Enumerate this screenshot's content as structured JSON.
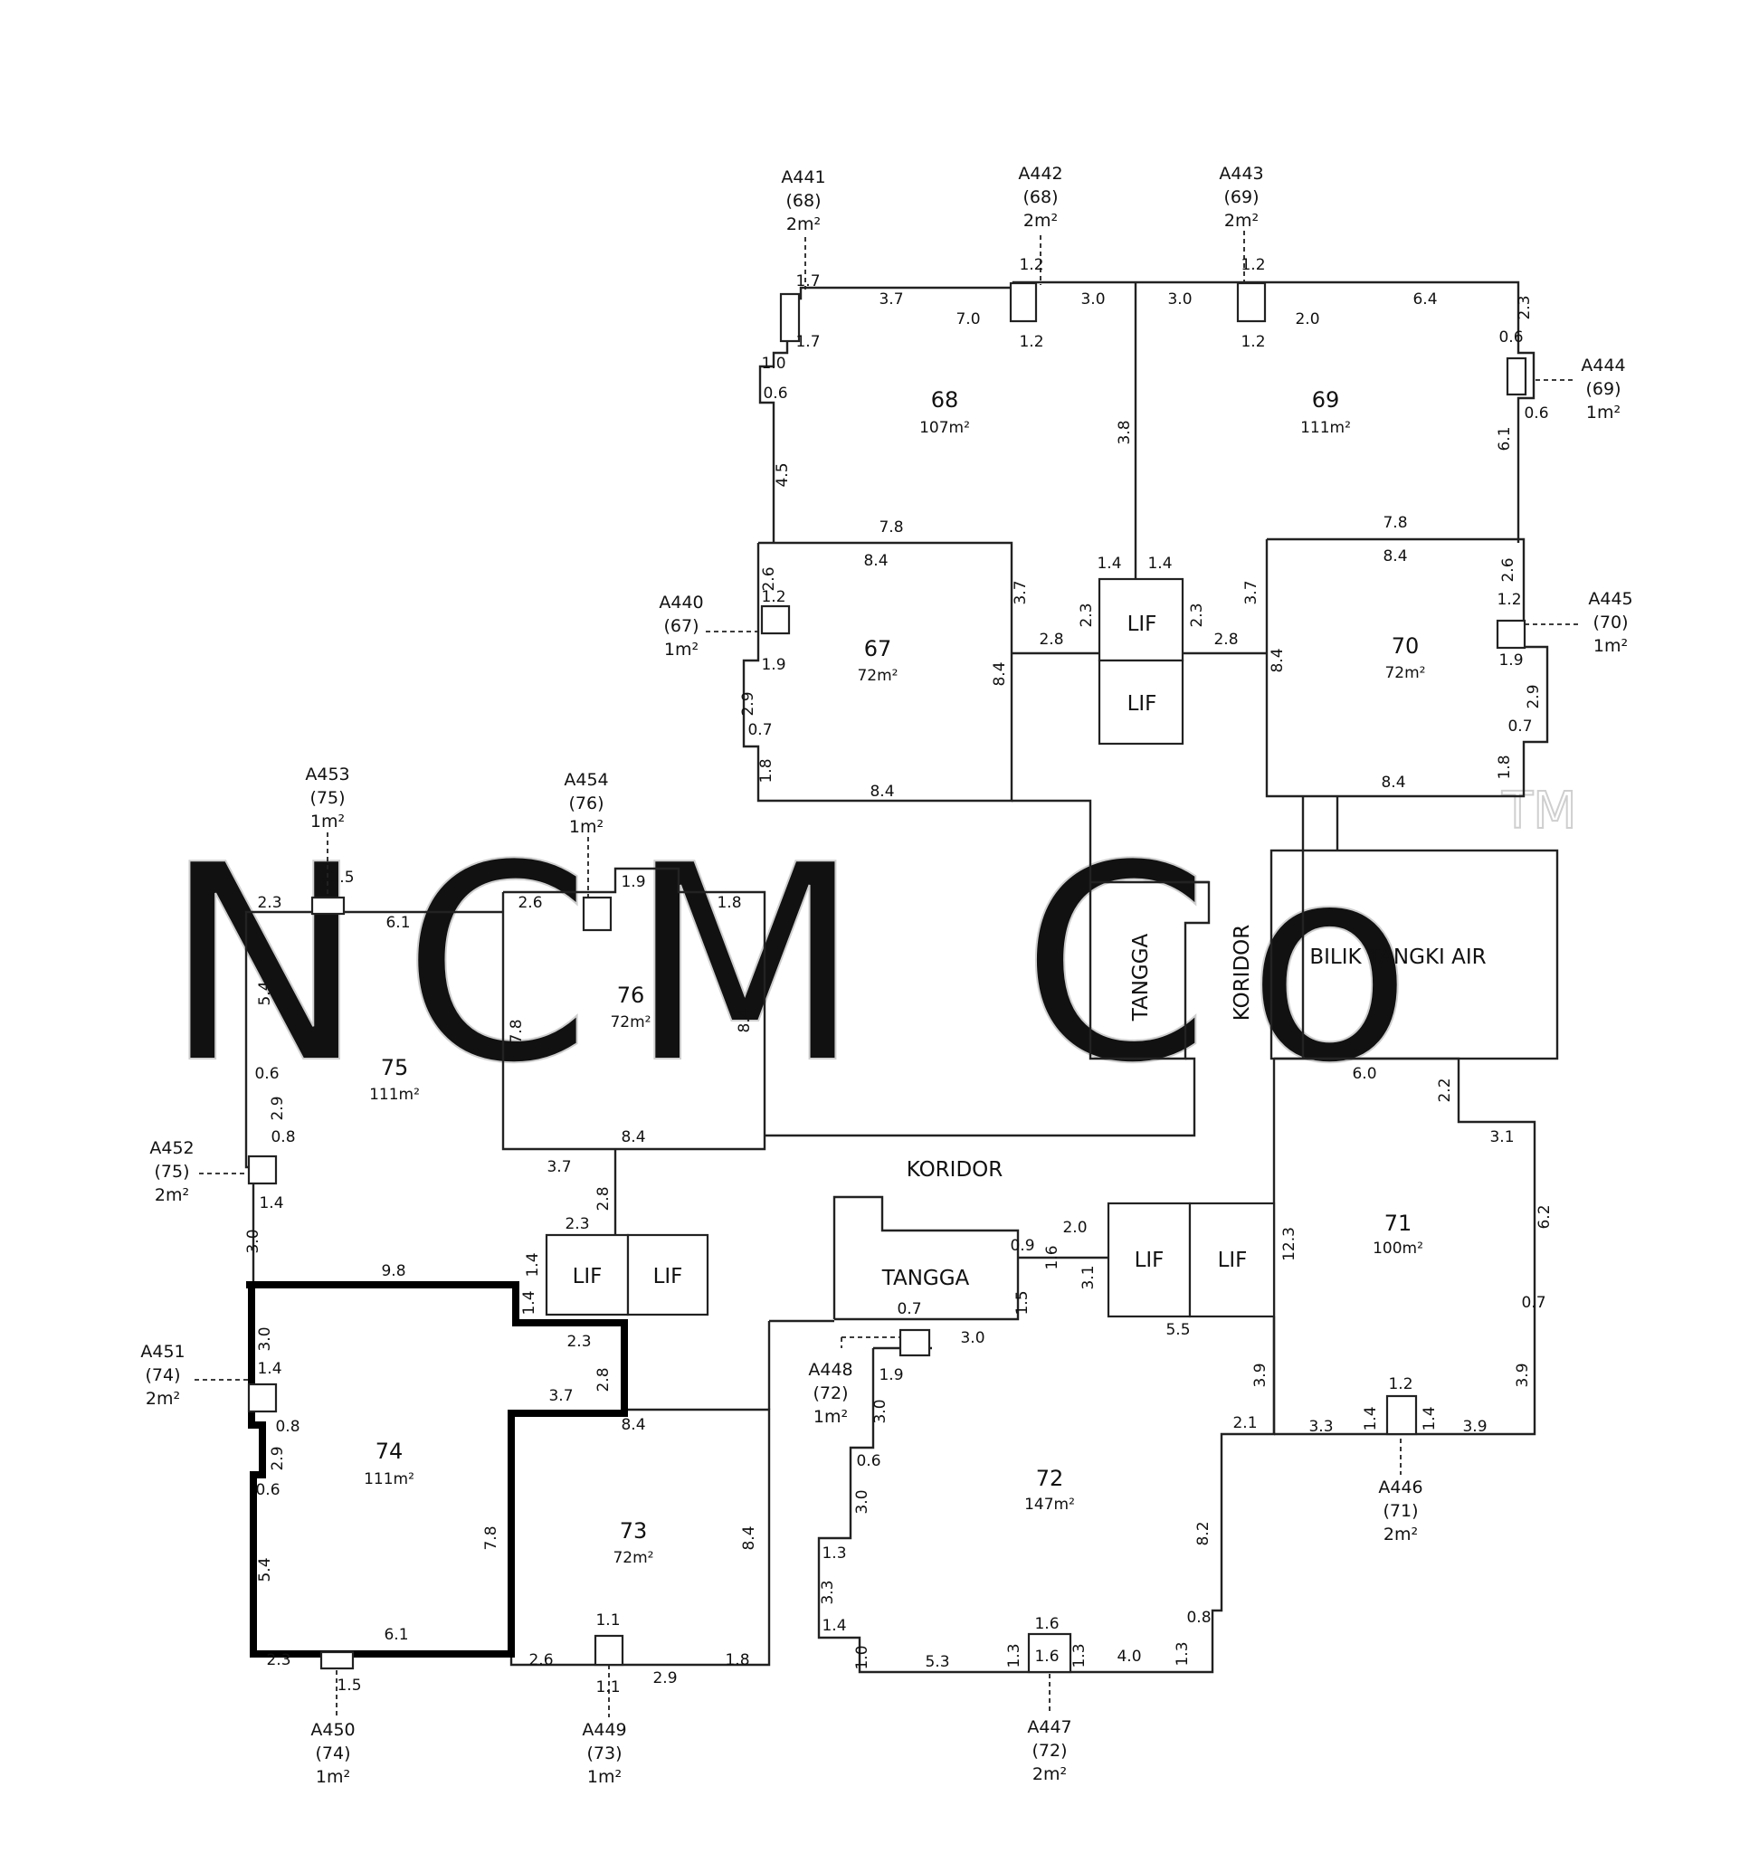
{
  "watermark": {
    "text": "NCM Co",
    "tm": "TM"
  },
  "rooms": [
    {
      "num": "67",
      "area": "72m²"
    },
    {
      "num": "68",
      "area": "107m²"
    },
    {
      "num": "69",
      "area": "111m²"
    },
    {
      "num": "70",
      "area": "72m²"
    },
    {
      "num": "71",
      "area": "100m²"
    },
    {
      "num": "72",
      "area": "147m²"
    },
    {
      "num": "73",
      "area": "72m²"
    },
    {
      "num": "74",
      "area": "111m²"
    },
    {
      "num": "75",
      "area": "111m²"
    },
    {
      "num": "76",
      "area": "72m²"
    }
  ],
  "labels": {
    "lif": "LIF",
    "tangga": "TANGGA",
    "koridor": "KORIDOR",
    "bilik_tangki": "BILIK TANGKI AIR"
  },
  "accessories": [
    {
      "code": "A440",
      "ref": "(67)",
      "area": "1m²"
    },
    {
      "code": "A441",
      "ref": "(68)",
      "area": "2m²"
    },
    {
      "code": "A442",
      "ref": "(68)",
      "area": "2m²"
    },
    {
      "code": "A443",
      "ref": "(69)",
      "area": "2m²"
    },
    {
      "code": "A444",
      "ref": "(69)",
      "area": "1m²"
    },
    {
      "code": "A445",
      "ref": "(70)",
      "area": "1m²"
    },
    {
      "code": "A446",
      "ref": "(71)",
      "area": "2m²"
    },
    {
      "code": "A447",
      "ref": "(72)",
      "area": "2m²"
    },
    {
      "code": "A448",
      "ref": "(72)",
      "area": "1m²"
    },
    {
      "code": "A449",
      "ref": "(73)",
      "area": "1m²"
    },
    {
      "code": "A450",
      "ref": "(74)",
      "area": "1m²"
    },
    {
      "code": "A451",
      "ref": "(74)",
      "area": "2m²"
    },
    {
      "code": "A452",
      "ref": "(75)",
      "area": "2m²"
    },
    {
      "code": "A453",
      "ref": "(75)",
      "area": "1m²"
    },
    {
      "code": "A454",
      "ref": "(76)",
      "area": "1m²"
    }
  ],
  "dimensions": {
    "d_7_8": "7.8",
    "d_8_4": "8.4",
    "d_3_7": "3.7",
    "d_2_8": "2.8",
    "d_2_3": "2.3",
    "d_1_4": "1.4",
    "d_1_2": "1.2",
    "d_1_1": "1.1",
    "d_1_9": "1.9",
    "d_2_9": "2.9",
    "d_0_7": "0.7",
    "d_1_8": "1.8",
    "d_2_6": "2.6",
    "d_3_8": "3.8",
    "d_4_5": "4.5",
    "d_6_1": "6.1",
    "d_3_0": "3.0",
    "d_6_4": "6.4",
    "d_0_6": "0.6",
    "d_0_8": "0.8",
    "d_1_7": "1.7",
    "d_7_0": "7.0",
    "d_2_0": "2.0",
    "d_1_0": "1.0",
    "d_1_5": "1.5",
    "d_9_8": "9.8",
    "d_5_5": "5.5",
    "d_6_0": "6.0",
    "d_2_2": "2.2",
    "d_3_1": "3.1",
    "d_6_2": "6.2",
    "d_3_9": "3.9",
    "d_3_3": "3.3",
    "d_12_3": "12.3",
    "d_2_1": "2.1",
    "d_8_2": "8.2",
    "d_4_0": "4.0",
    "d_5_3": "5.3",
    "d_1_3": "1.3",
    "d_1_6": "1.6",
    "d_0_9": "0.9",
    "d_5_4": "5.4",
    "d_6_1b": "6.1"
  }
}
